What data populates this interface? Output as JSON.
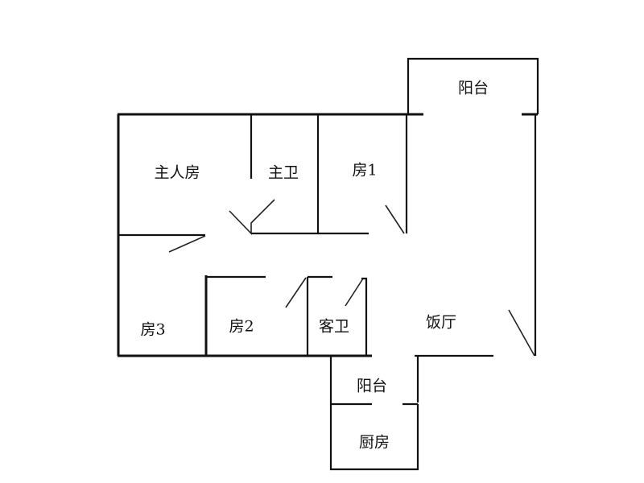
{
  "rooms": {
    "balcony_top": "阳台",
    "master_bedroom": "主人房",
    "master_bath": "主卫",
    "room1": "房1",
    "room3": "房3",
    "room2": "房2",
    "guest_bath": "客卫",
    "dining": "饭厅",
    "balcony_bottom": "阳台",
    "kitchen": "厨房"
  }
}
